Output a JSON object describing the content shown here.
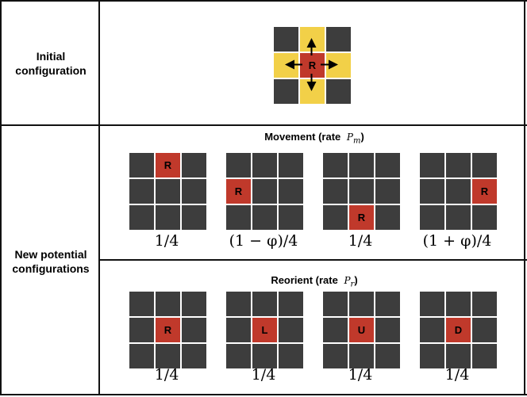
{
  "rows": {
    "initial_label": [
      "Initial",
      "configuration"
    ],
    "potential_label": [
      "New potential",
      "configurations"
    ]
  },
  "initial": {
    "robot_label": "R",
    "colors": {
      "cell": "#3d3d3d",
      "robot": "#c0392b",
      "neighbor": "#f2d048"
    }
  },
  "movement": {
    "title": "Movement (rate",
    "rate_symbol": "P",
    "rate_sub": "m",
    "options": [
      {
        "row": 0,
        "col": 1,
        "label": "R",
        "prob": "1/4"
      },
      {
        "row": 1,
        "col": 0,
        "label": "R",
        "prob": "(1 − φ)/4"
      },
      {
        "row": 2,
        "col": 1,
        "label": "R",
        "prob": "1/4"
      },
      {
        "row": 1,
        "col": 2,
        "label": "R",
        "prob": "(1 + φ)/4"
      }
    ]
  },
  "reorient": {
    "title": "Reorient (rate",
    "rate_symbol": "P",
    "rate_sub": "r",
    "options": [
      {
        "row": 1,
        "col": 1,
        "label": "R",
        "prob": "1/4"
      },
      {
        "row": 1,
        "col": 1,
        "label": "L",
        "prob": "1/4"
      },
      {
        "row": 1,
        "col": 1,
        "label": "U",
        "prob": "1/4"
      },
      {
        "row": 1,
        "col": 1,
        "label": "D",
        "prob": "1/4"
      }
    ]
  }
}
